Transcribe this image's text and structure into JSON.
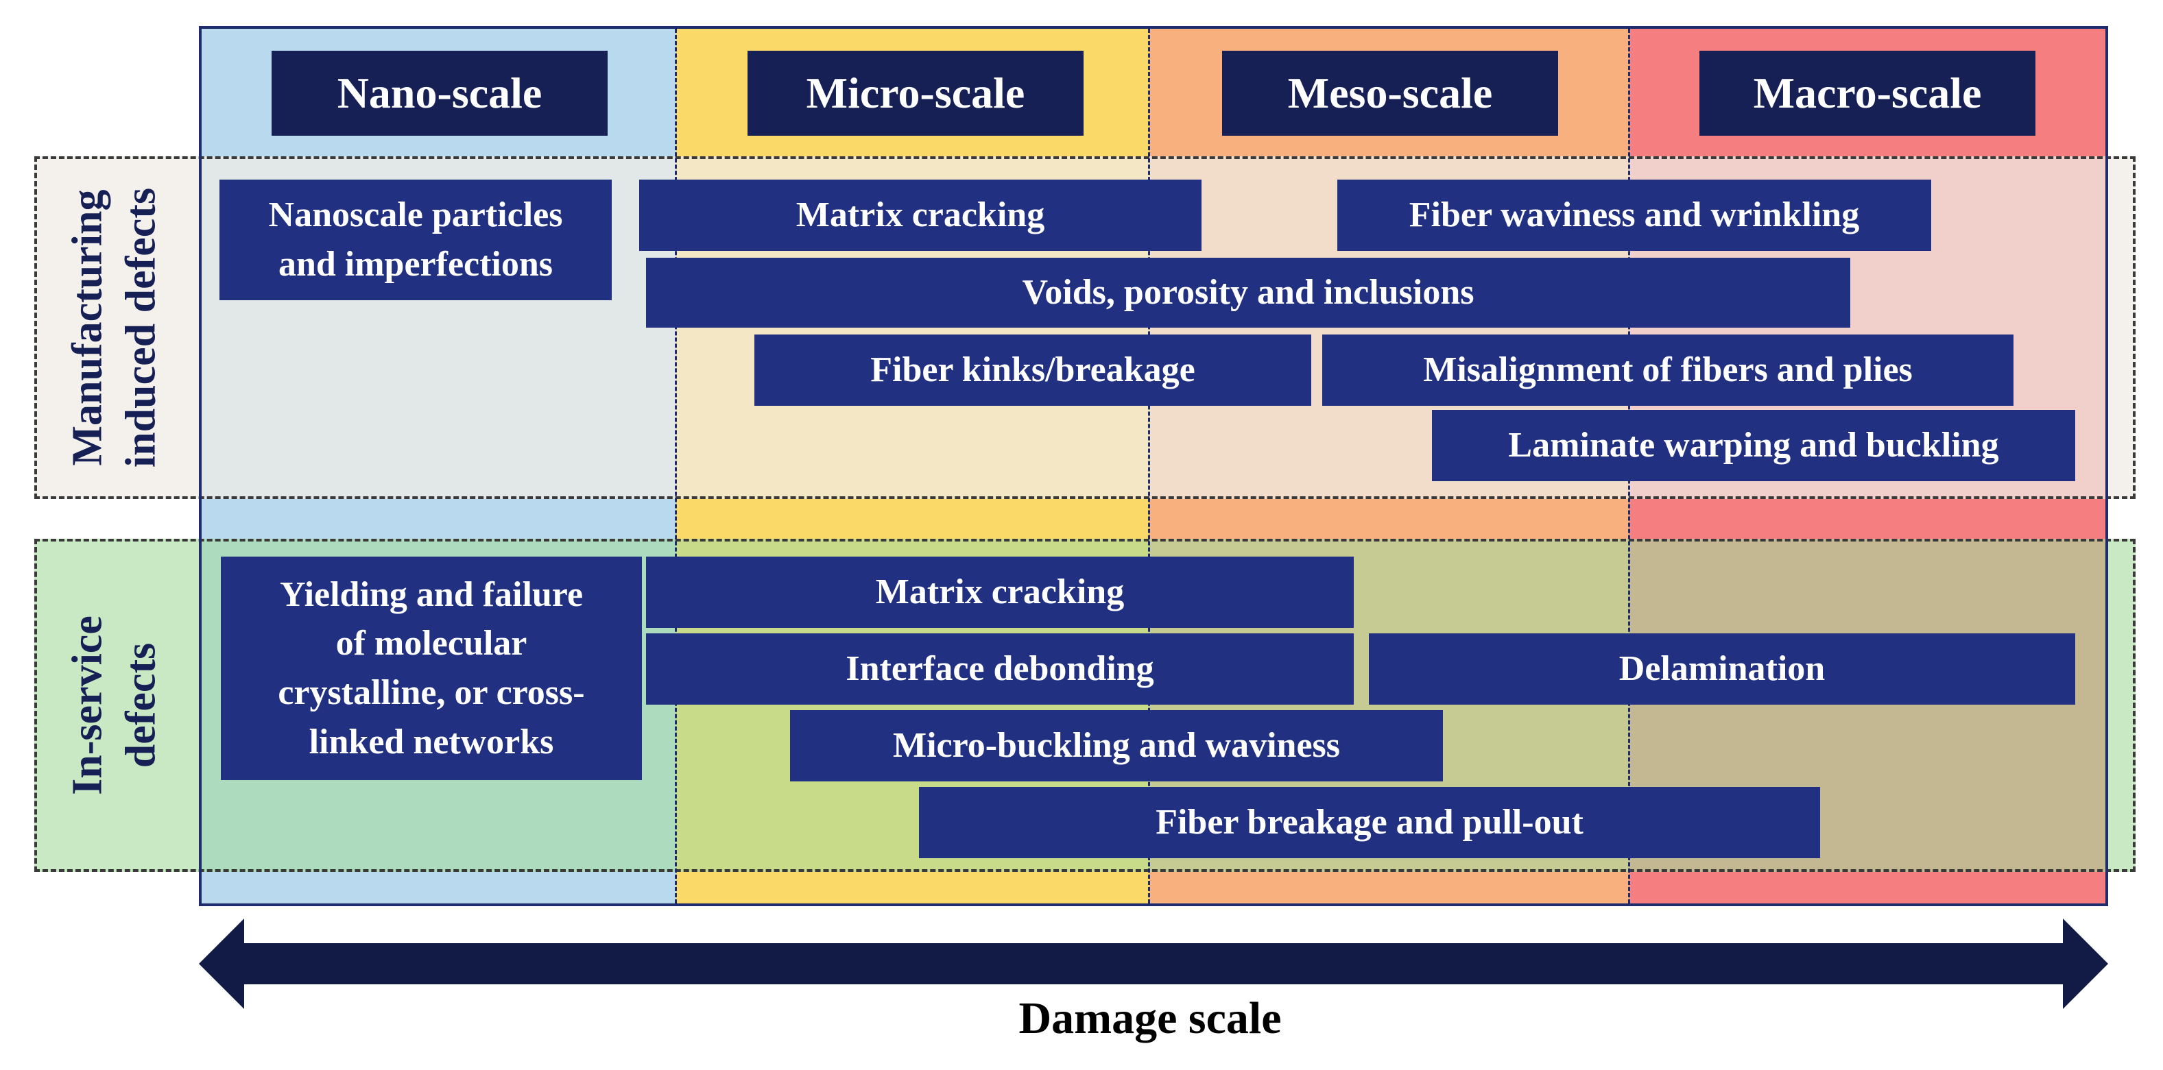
{
  "scales": [
    "Nano-scale",
    "Micro-scale",
    "Meso-scale",
    "Macro-scale"
  ],
  "colors": {
    "nano": "#b8d9ee",
    "micro": "#fbd968",
    "meso": "#f8b07e",
    "macro": "#f47e80",
    "bar": "#223082",
    "header_tile": "#172055"
  },
  "rows": {
    "manufacturing": {
      "label_line1": "Manufacturing",
      "label_line2": "induced defects",
      "defects": [
        "Nanoscale particles",
        "and imperfections",
        "Matrix cracking",
        "Fiber waviness and wrinkling",
        "Voids, porosity and inclusions",
        "Fiber kinks/breakage",
        "Misalignment of fibers and plies",
        "Laminate warping and buckling"
      ]
    },
    "in_service": {
      "label_line1": "In-service",
      "label_line2": "defects",
      "defects": [
        "Yielding and failure",
        "of molecular",
        "crystalline, or cross-",
        "linked networks",
        "Matrix cracking",
        "Interface debonding",
        "Delamination",
        "Micro-buckling and waviness",
        "Fiber breakage and pull-out"
      ]
    }
  },
  "axis": {
    "label": "Damage scale",
    "arrow_icon": "double-headed-arrow-icon"
  }
}
